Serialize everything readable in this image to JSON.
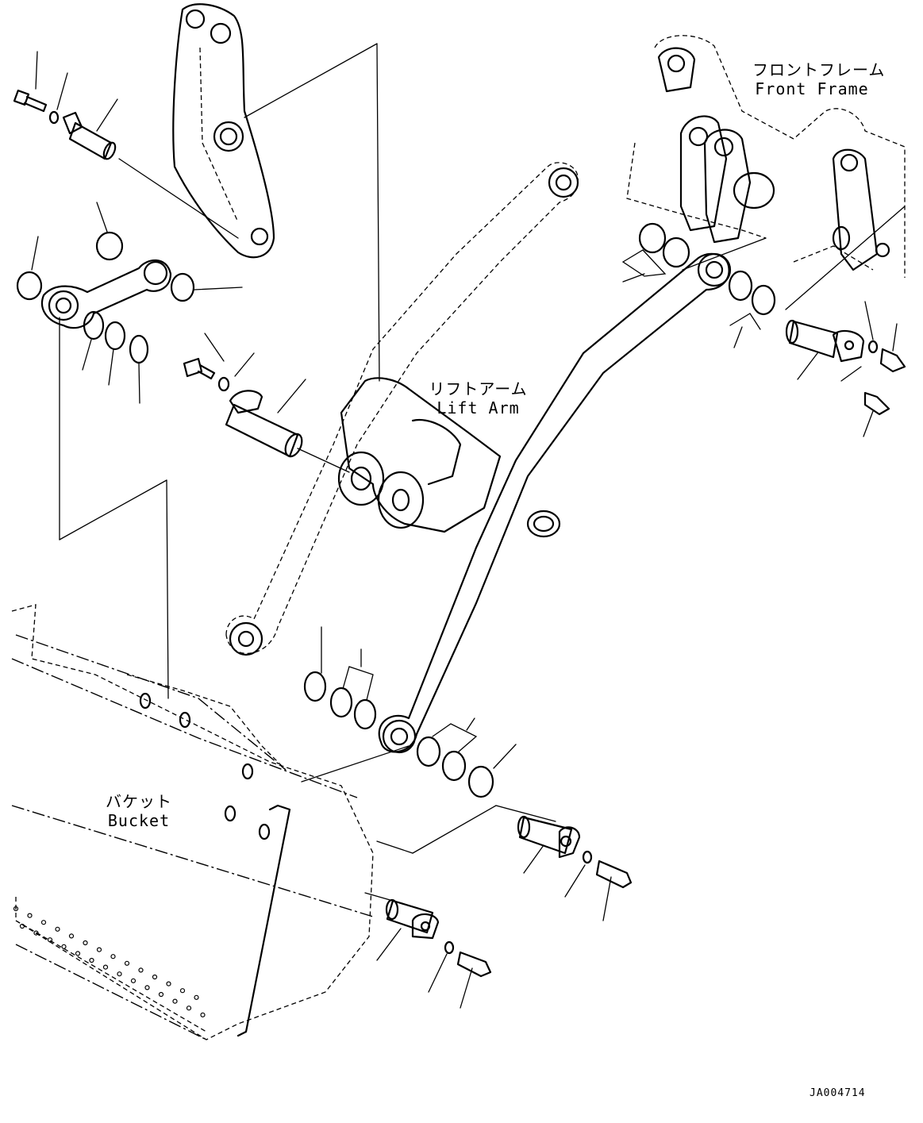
{
  "labels": {
    "front_frame_jp": "フロントフレーム",
    "front_frame_en": "Front Frame",
    "lift_arm_jp": "リフトアーム",
    "lift_arm_en": "Lift Arm",
    "bucket_jp": "バケット",
    "bucket_en": "Bucket"
  },
  "drawing_code": "JA004714"
}
